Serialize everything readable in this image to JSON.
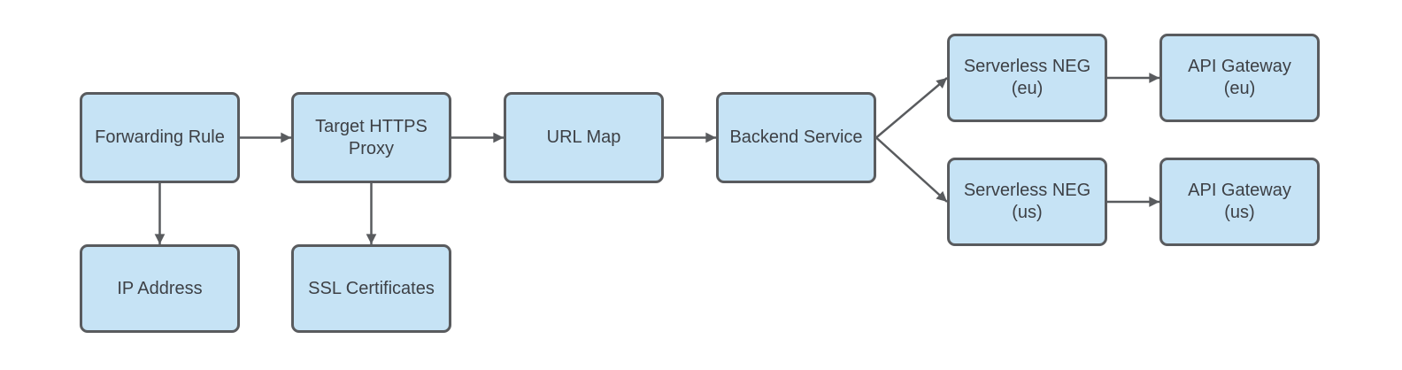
{
  "diagram": {
    "type": "flowchart",
    "colors": {
      "background": "#ffffff",
      "node_fill": "#c6e3f5",
      "node_border": "#595b5e",
      "text": "#3d4045",
      "arrow": "#595b5e"
    },
    "nodes": [
      {
        "id": "forwarding-rule",
        "label": "Forwarding Rule"
      },
      {
        "id": "target-https-proxy",
        "label": "Target HTTPS\nProxy"
      },
      {
        "id": "url-map",
        "label": "URL Map"
      },
      {
        "id": "backend-service",
        "label": "Backend Service"
      },
      {
        "id": "serverless-neg-eu",
        "label": "Serverless NEG\n(eu)"
      },
      {
        "id": "api-gateway-eu",
        "label": "API Gateway\n(eu)"
      },
      {
        "id": "serverless-neg-us",
        "label": "Serverless NEG\n(us)"
      },
      {
        "id": "api-gateway-us",
        "label": "API Gateway\n(us)"
      },
      {
        "id": "ip-address",
        "label": "IP Address"
      },
      {
        "id": "ssl-certificates",
        "label": "SSL Certificates"
      }
    ],
    "edges": [
      {
        "from": "forwarding-rule",
        "to": "target-https-proxy"
      },
      {
        "from": "target-https-proxy",
        "to": "url-map"
      },
      {
        "from": "url-map",
        "to": "backend-service"
      },
      {
        "from": "backend-service",
        "to": "serverless-neg-eu"
      },
      {
        "from": "backend-service",
        "to": "serverless-neg-us"
      },
      {
        "from": "serverless-neg-eu",
        "to": "api-gateway-eu"
      },
      {
        "from": "serverless-neg-us",
        "to": "api-gateway-us"
      },
      {
        "from": "forwarding-rule",
        "to": "ip-address"
      },
      {
        "from": "target-https-proxy",
        "to": "ssl-certificates"
      }
    ]
  }
}
